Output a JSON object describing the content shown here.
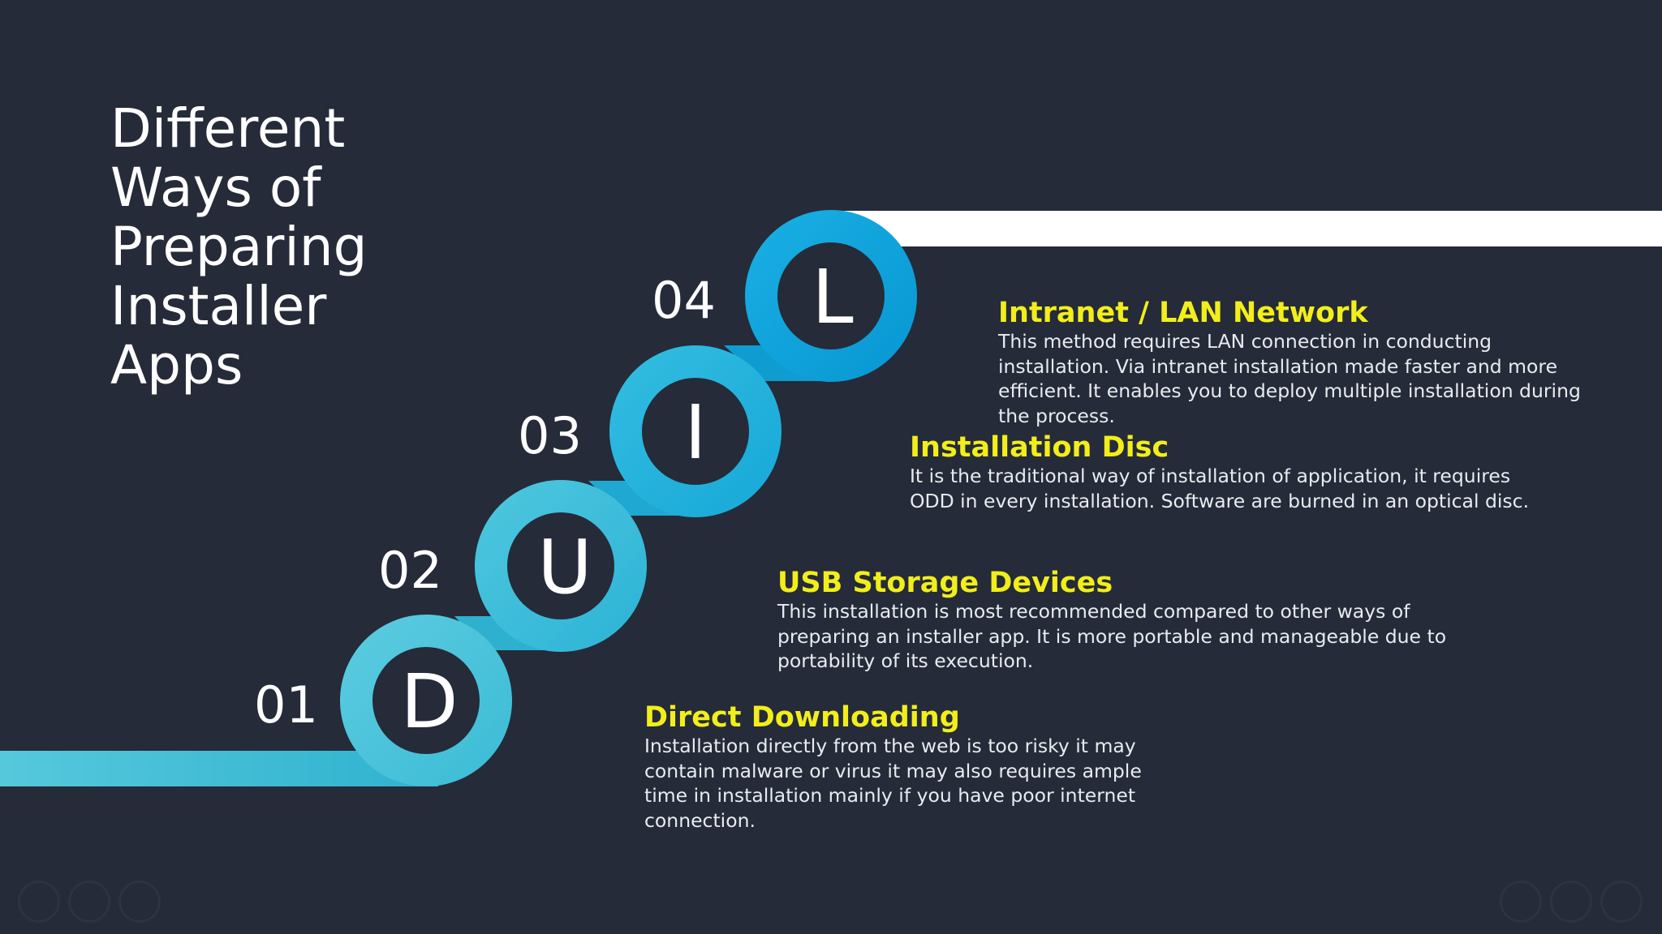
{
  "title": {
    "lines": [
      "Different",
      "Ways of",
      "Preparing",
      "Installer",
      "Apps"
    ]
  },
  "steps": [
    {
      "number": "01",
      "letter": "D",
      "heading": "Direct Downloading",
      "description": "Installation directly from the web is too risky it may contain malware or virus it may also requires ample time in installation mainly if you have poor internet connection."
    },
    {
      "number": "02",
      "letter": "U",
      "heading": "USB Storage Devices",
      "description": "This installation is most recommended compared to other ways of preparing an installer app. It is more portable and manageable due to portability of its execution."
    },
    {
      "number": "03",
      "letter": "I",
      "heading": "Installation Disc",
      "description": "It is the traditional way of installation of application, it requires ODD in every installation. Software are burned in an optical disc."
    },
    {
      "number": "04",
      "letter": "L",
      "heading": "Intranet / LAN Network",
      "description": "This method requires LAN connection in conducting installation. Via intranet installation made faster and more efficient. It enables you to deploy multiple installation during the process."
    }
  ],
  "colors": {
    "background": "#252b38",
    "heading": "#f2ee1b",
    "ring_light": "#4fc6dc",
    "ring_dark": "#0a9ad6",
    "text": "#ffffff"
  }
}
